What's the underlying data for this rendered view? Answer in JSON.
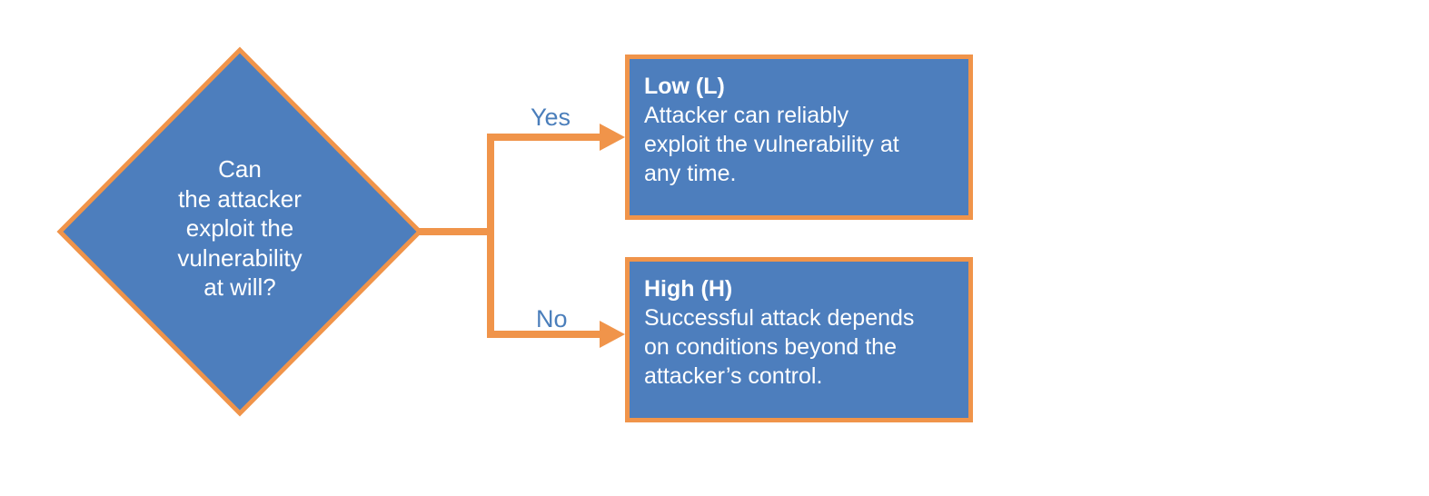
{
  "diagram": {
    "colors": {
      "node_fill": "#4d7ebd",
      "border_orange": "#f0944a",
      "branch_label_blue": "#4a7ebb",
      "text_white": "#ffffff"
    },
    "decision": {
      "text": "Can\nthe attacker\nexploit the\nvulnerability\nat will?"
    },
    "branches": [
      {
        "label": "Yes",
        "title": "Low (L)",
        "body": "Attacker can reliably\nexploit the vulnerability at\nany time."
      },
      {
        "label": "No",
        "title": "High (H)",
        "body": "Successful attack depends\non conditions beyond the\nattacker’s control."
      }
    ]
  }
}
